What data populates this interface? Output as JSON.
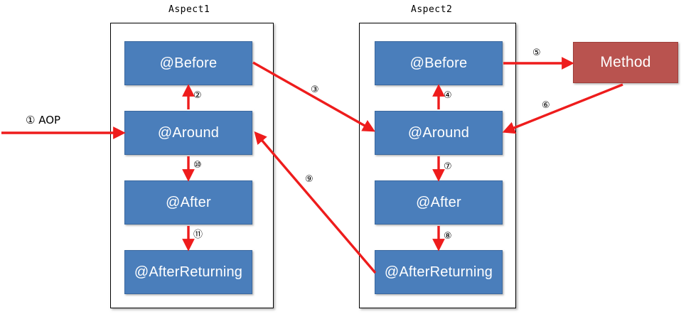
{
  "diagram": {
    "title_left": "Aspect1",
    "title_right": "Aspect2",
    "entry_label": "①  AOP",
    "colors": {
      "advice_blue": "#4a7ebb",
      "advice_blue_border": "#3a689f",
      "method_red": "#b9534f",
      "method_red_border": "#9e3e3a",
      "arrow_red": "#ee1c1c",
      "container_border": "#000000",
      "background": "#ffffff",
      "text_on_box": "#ffffff"
    }
  },
  "aspect1": {
    "label": "Aspect1",
    "boxes": [
      {
        "name": "before",
        "label": "@Before"
      },
      {
        "name": "around",
        "label": "@Around"
      },
      {
        "name": "after",
        "label": "@After"
      },
      {
        "name": "after-returning",
        "label": "@AfterReturning"
      }
    ]
  },
  "aspect2": {
    "label": "Aspect2",
    "boxes": [
      {
        "name": "before",
        "label": "@Before"
      },
      {
        "name": "around",
        "label": "@Around"
      },
      {
        "name": "after",
        "label": "@After"
      },
      {
        "name": "after-returning",
        "label": "@AfterReturning"
      }
    ]
  },
  "method": {
    "label": "Method"
  },
  "steps": [
    {
      "id": 1,
      "marker": "①",
      "label": "①  AOP",
      "from": "entry",
      "to": "aspect1.around"
    },
    {
      "id": 2,
      "marker": "②",
      "label": "②",
      "from": "aspect1.around",
      "to": "aspect1.before"
    },
    {
      "id": 3,
      "marker": "③",
      "label": "③",
      "from": "aspect1.before",
      "to": "aspect2.around"
    },
    {
      "id": 4,
      "marker": "④",
      "label": "④",
      "from": "aspect2.around",
      "to": "aspect2.before"
    },
    {
      "id": 5,
      "marker": "⑤",
      "label": "⑤",
      "from": "aspect2.before",
      "to": "method"
    },
    {
      "id": 6,
      "marker": "⑥",
      "label": "⑥",
      "from": "method",
      "to": "aspect2.around"
    },
    {
      "id": 7,
      "marker": "⑦",
      "label": "⑦",
      "from": "aspect2.around",
      "to": "aspect2.after"
    },
    {
      "id": 8,
      "marker": "⑧",
      "label": "⑧",
      "from": "aspect2.after",
      "to": "aspect2.after-returning"
    },
    {
      "id": 9,
      "marker": "⑨",
      "label": "⑨",
      "from": "aspect2.after-returning",
      "to": "aspect1.around"
    },
    {
      "id": 10,
      "marker": "⑩",
      "label": "⑩",
      "from": "aspect1.around",
      "to": "aspect1.after"
    },
    {
      "id": 11,
      "marker": "⑪",
      "label": "⑪",
      "from": "aspect1.after",
      "to": "aspect1.after-returning"
    }
  ]
}
